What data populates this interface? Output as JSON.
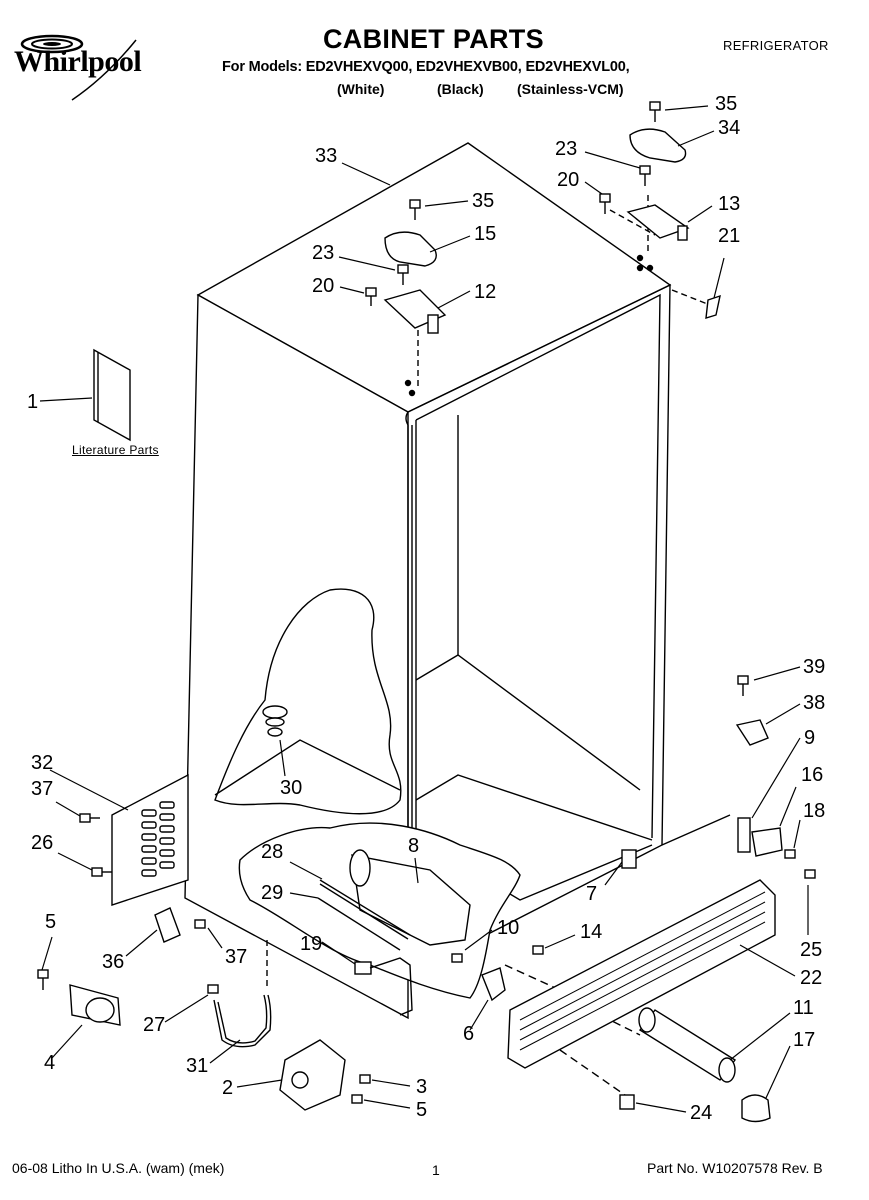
{
  "header": {
    "brand": "Whirlpool",
    "title": "CABINET PARTS",
    "category": "REFRIGERATOR",
    "models_line": "For Models: ED2VHEXVQ00, ED2VHEXVB00, ED2VHEXVL00,",
    "variant_white": "(White)",
    "variant_black": "(Black)",
    "variant_stainless": "(Stainless-VCM)"
  },
  "literature_label": "Literature Parts",
  "callouts": [
    {
      "id": "c35a",
      "text": "35"
    },
    {
      "id": "c34",
      "text": "34"
    },
    {
      "id": "c23a",
      "text": "23"
    },
    {
      "id": "c20a",
      "text": "20"
    },
    {
      "id": "c13",
      "text": "13"
    },
    {
      "id": "c21",
      "text": "21"
    },
    {
      "id": "c33",
      "text": "33"
    },
    {
      "id": "c35b",
      "text": "35"
    },
    {
      "id": "c15",
      "text": "15"
    },
    {
      "id": "c23b",
      "text": "23"
    },
    {
      "id": "c20b",
      "text": "20"
    },
    {
      "id": "c12",
      "text": "12"
    },
    {
      "id": "c1",
      "text": "1"
    },
    {
      "id": "c39",
      "text": "39"
    },
    {
      "id": "c38",
      "text": "38"
    },
    {
      "id": "c9",
      "text": "9"
    },
    {
      "id": "c16",
      "text": "16"
    },
    {
      "id": "c18",
      "text": "18"
    },
    {
      "id": "c32",
      "text": "32"
    },
    {
      "id": "c37a",
      "text": "37"
    },
    {
      "id": "c30",
      "text": "30"
    },
    {
      "id": "c26",
      "text": "26"
    },
    {
      "id": "c28",
      "text": "28"
    },
    {
      "id": "c8",
      "text": "8"
    },
    {
      "id": "c7",
      "text": "7"
    },
    {
      "id": "c29",
      "text": "29"
    },
    {
      "id": "c25",
      "text": "25"
    },
    {
      "id": "c5a",
      "text": "5"
    },
    {
      "id": "c10",
      "text": "10"
    },
    {
      "id": "c14",
      "text": "14"
    },
    {
      "id": "c36",
      "text": "36"
    },
    {
      "id": "c37b",
      "text": "37"
    },
    {
      "id": "c19",
      "text": "19"
    },
    {
      "id": "c22",
      "text": "22"
    },
    {
      "id": "c27",
      "text": "27"
    },
    {
      "id": "c6",
      "text": "6"
    },
    {
      "id": "c11",
      "text": "11"
    },
    {
      "id": "c4",
      "text": "4"
    },
    {
      "id": "c17",
      "text": "17"
    },
    {
      "id": "c31",
      "text": "31"
    },
    {
      "id": "c3",
      "text": "3"
    },
    {
      "id": "c2",
      "text": "2"
    },
    {
      "id": "c5b",
      "text": "5"
    },
    {
      "id": "c24",
      "text": "24"
    }
  ],
  "footer": {
    "left": "06-08 Litho In U.S.A. (wam) (mek)",
    "page": "1",
    "right": "Part No. W10207578 Rev. B"
  }
}
